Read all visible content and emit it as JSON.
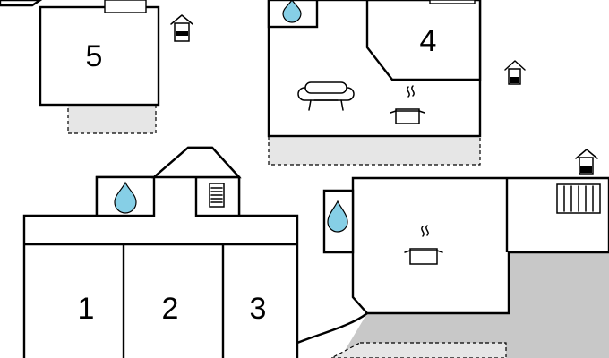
{
  "rooms": {
    "room1": {
      "number": "1"
    },
    "room2": {
      "number": "2"
    },
    "room3": {
      "number": "3"
    },
    "room4": {
      "number": "4"
    },
    "room5": {
      "number": "5"
    }
  },
  "icons": {
    "water": "water-drop-icon",
    "cooking": "cooking-pot-icon",
    "sofa": "sofa-icon",
    "chimney": "chimney-icon",
    "heater": "radiator-icon"
  },
  "colors": {
    "wall": "#000000",
    "floor": "#ffffff",
    "terrace": "#e6e6e6",
    "terrace_dark": "#c8c8c8",
    "water": "#86cfe6"
  }
}
